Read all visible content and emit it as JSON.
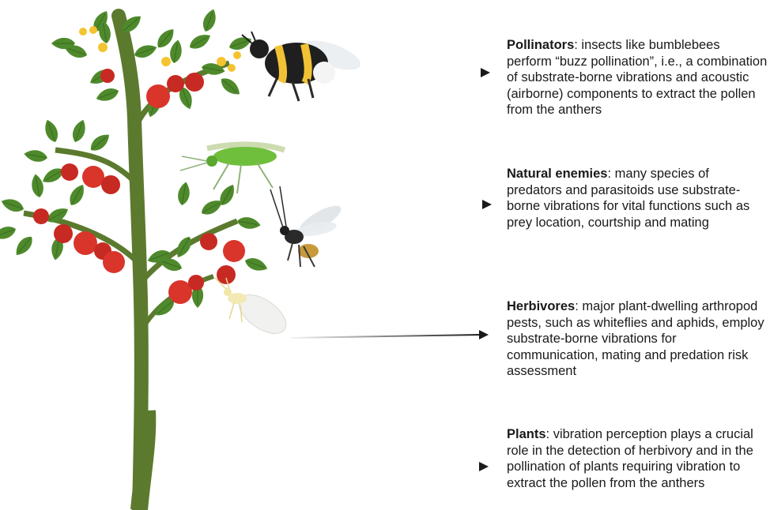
{
  "annotations": [
    {
      "id": "pollinators",
      "heading": "Pollinators",
      "text": ": insects like bumblebees perform “buzz pollination”, i.e., a combination of substrate-borne vibrations and acoustic (airborne) components to extract the pollen from the anthers"
    },
    {
      "id": "enemies",
      "heading": "Natural enemies",
      "text": ": many species of predators and parasitoids use substrate-borne vibrations for vital functions such as prey location, courtship and mating"
    },
    {
      "id": "herbivores",
      "heading": "Herbivores",
      "text": ": major plant-dwelling arthropod pests, such as whiteflies and aphids, employ substrate-borne vibrations for communication,  mating and predation risk assessment"
    },
    {
      "id": "plants",
      "heading": "Plants",
      "text": ": vibration perception plays a crucial role in the detection of herbivory and in the pollination of plants requiring vibration to extract the pollen from the anthers"
    }
  ],
  "colors": {
    "stem": "#5b7a2e",
    "leaf": "#4e8a2c",
    "leaf_light": "#6da33c",
    "tomato": "#d9352b",
    "flower": "#f4c430",
    "arrow": "#1a1a1a"
  }
}
